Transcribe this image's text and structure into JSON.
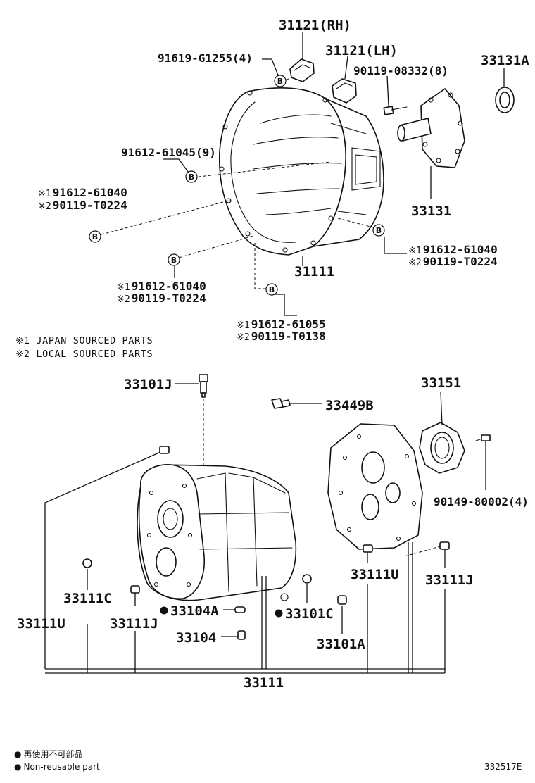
{
  "labels": {
    "p31121rh": "31121(RH)",
    "p31121lh": "31121(LH)",
    "p91619": "91619-G1255(4)",
    "p90119_08332": "90119-08332(8)",
    "p33131a": "33131A",
    "p91612_61045": "91612-61045(9)",
    "p33131": "33131",
    "p31111": "31111",
    "p33101j": "33101J",
    "p33449b": "33449B",
    "p33151": "33151",
    "p90149": "90149-80002(4)",
    "p33111u_right": "33111U",
    "p33111j_right": "33111J",
    "p33111c": "33111C",
    "p33111u_left": "33111U",
    "p33111j_left": "33111J",
    "p33104a": "33104A",
    "p33104": "33104",
    "p33101c": "33101C",
    "p33101a": "33101A",
    "p33111": "33111"
  },
  "alt_groups": {
    "left_upper": {
      "mark1": "※1",
      "part1": "91612-61040",
      "mark2": "※2",
      "part2": "90119-T0224"
    },
    "right": {
      "mark1": "※1",
      "part1": "91612-61040",
      "mark2": "※2",
      "part2": "90119-T0224"
    },
    "left_lower": {
      "mark1": "※1",
      "part1": "91612-61040",
      "mark2": "※2",
      "part2": "90119-T0224"
    },
    "bottom": {
      "mark1": "※1",
      "part1": "91612-61055",
      "mark2": "※2",
      "part2": "90119-T0138"
    }
  },
  "ref_marker": "B",
  "notes": {
    "japan": "※1 JAPAN SOURCED PARTS",
    "local": "※2 LOCAL SOURCED PARTS"
  },
  "legend": {
    "bullet": "●",
    "jp": "再使用不可部品",
    "en": "Non-reusable part"
  },
  "figure_id": "332517E"
}
